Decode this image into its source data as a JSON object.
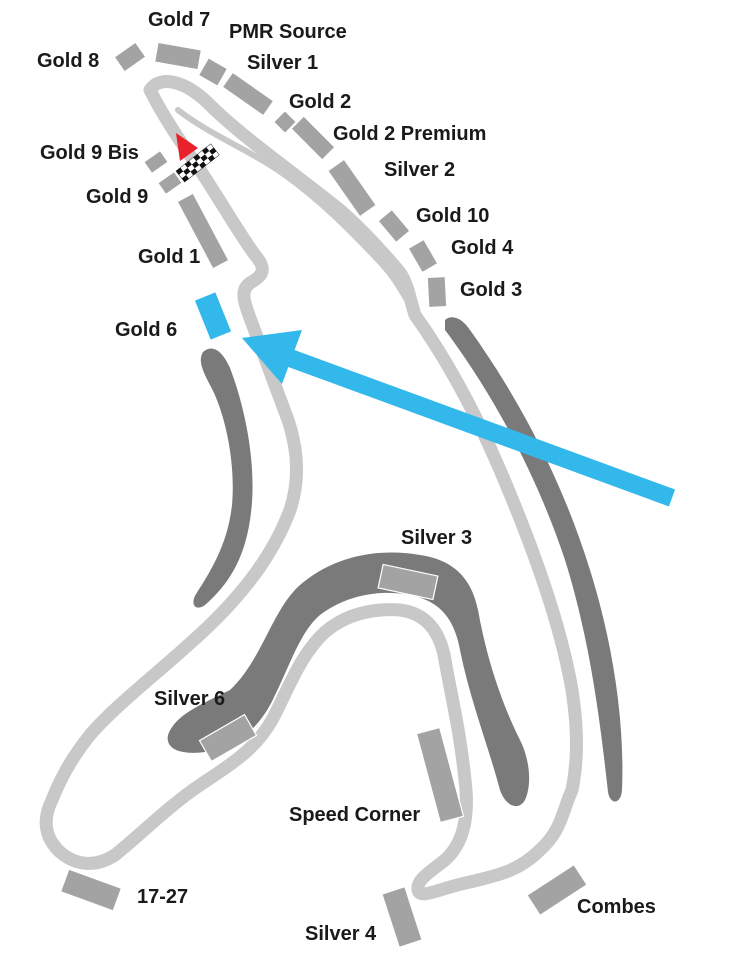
{
  "colors": {
    "track": "#c8c8c8",
    "grandstand": "#a3a3a3",
    "banking": "#7a7a7a",
    "highlight": "#33b8ec",
    "start_flag": "#e8212a",
    "label": "#1a1a1a"
  },
  "labels": {
    "gold7": "Gold 7",
    "pmr_source": "PMR Source",
    "gold8": "Gold 8",
    "silver1": "Silver 1",
    "gold2": "Gold 2",
    "gold2_premium": "Gold 2 Premium",
    "gold9_bis": "Gold 9 Bis",
    "silver2": "Silver 2",
    "gold9": "Gold 9",
    "gold10": "Gold 10",
    "gold4": "Gold 4",
    "gold1": "Gold 1",
    "gold3": "Gold 3",
    "gold6": "Gold 6",
    "silver3": "Silver 3",
    "silver6": "Silver 6",
    "speed_corner": "Speed Corner",
    "stand_17_27": "17-27",
    "combes": "Combes",
    "silver4": "Silver 4"
  },
  "highlighted_stand": "Gold 6",
  "icons": [
    "start-flag-icon",
    "checkered-flag-icon",
    "pointer-arrow-icon"
  ]
}
